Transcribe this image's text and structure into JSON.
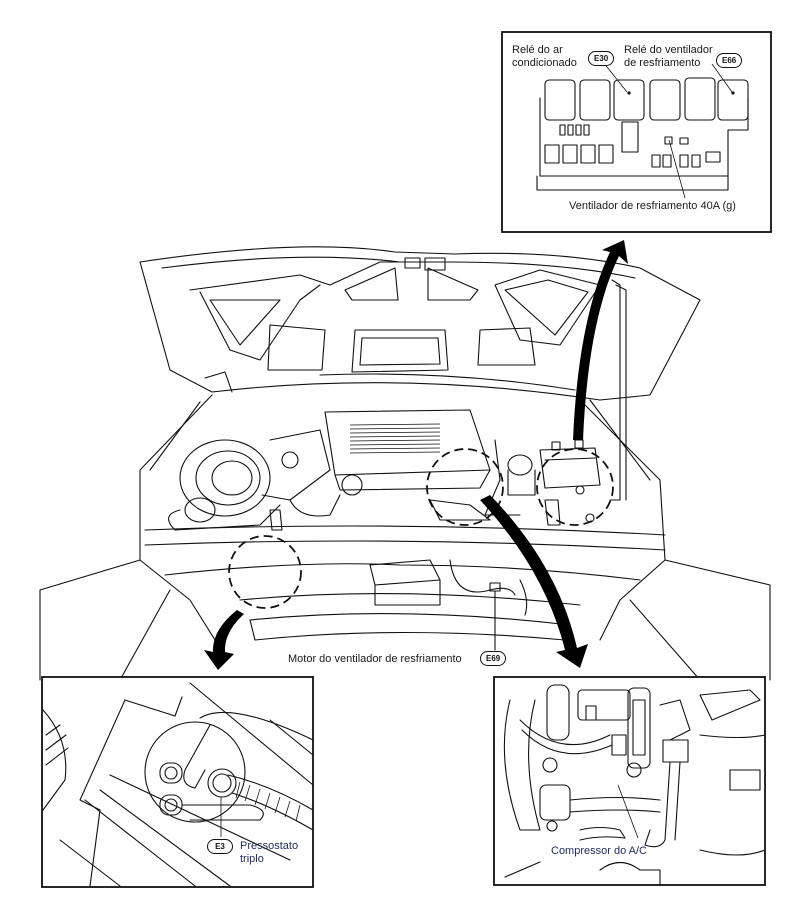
{
  "figure": {
    "subject": "Engine compartment component location - A/C and cooling fan",
    "main_view": "engine-bay-hood-open"
  },
  "callouts": {
    "fuse_box": {
      "relay_ac_label": "Relé do ar\ncondicionado",
      "relay_ac_line1": "Relé do ar",
      "relay_ac_line2": "condicionado",
      "relay_ac_connector": "E30",
      "relay_fan_line1": "Relé do ventilador",
      "relay_fan_line2": "de resfriamento",
      "relay_fan_connector": "E66",
      "fuse_label": "Ventilador de resfriamento 40A (g)"
    },
    "fan_motor": {
      "label": "Motor do ventilador de resfriamento",
      "connector": "E69"
    },
    "pressure_switch": {
      "connector": "E3",
      "line1": "Pressostato",
      "line2": "triplo"
    },
    "compressor": {
      "label": "Compressor do A/C"
    }
  },
  "colors": {
    "line_art": "#111111",
    "label_text": "#1f2a5c",
    "background": "#ffffff"
  }
}
